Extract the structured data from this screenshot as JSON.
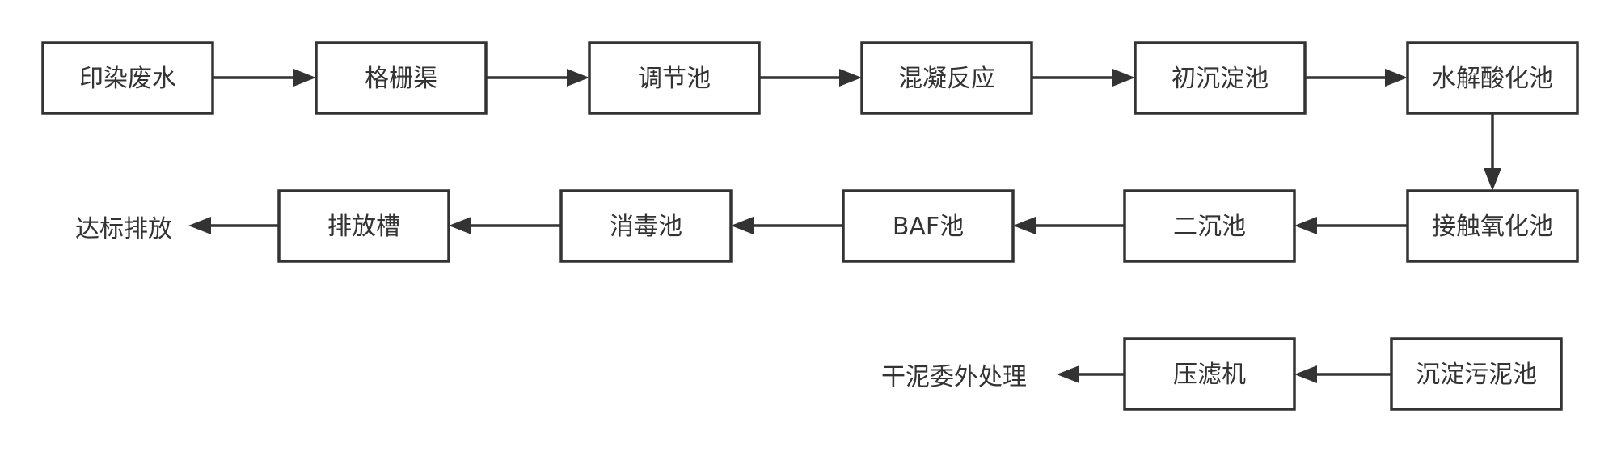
{
  "nodes": {
    "dyeing-wastewater": "印染废水",
    "bar-screen-channel": "格栅渠",
    "equalization-tank": "调节池",
    "coagulation-reaction": "混凝反应",
    "primary-settling-tank": "初沉淀池",
    "hydrolysis-acidification-tank": "水解酸化池",
    "contact-oxidation-tank": "接触氧化池",
    "secondary-settling-tank": "二沉池",
    "baf-tank": "BAF池",
    "disinfection-tank": "消毒池",
    "discharge-trough": "排放槽",
    "compliant-discharge": "达标排放",
    "sludge-settling-tank": "沉淀污泥池",
    "filter-press": "压滤机",
    "dry-sludge-disposal": "干泥委外处理"
  },
  "colors": {
    "stroke": "#333333",
    "text": "#333333",
    "box_fill": "#ffffff"
  }
}
